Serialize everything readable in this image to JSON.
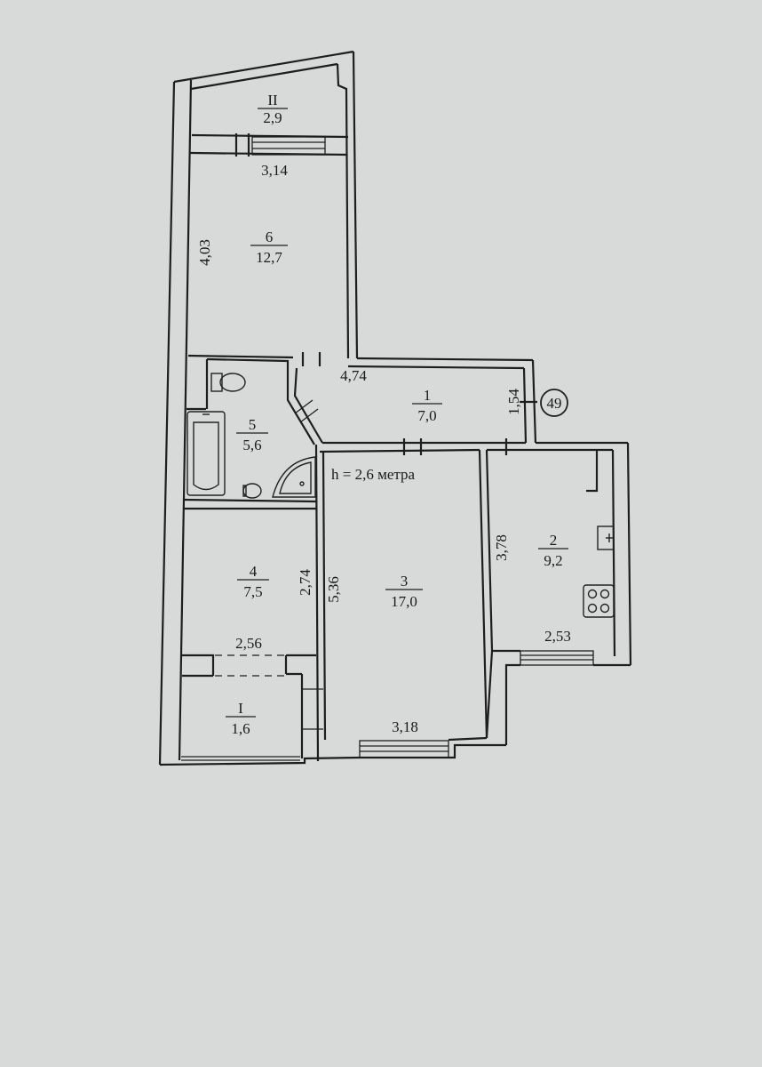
{
  "rooms": [
    {
      "id": "II",
      "num": "II",
      "area": "2,9"
    },
    {
      "id": "6",
      "num": "6",
      "area": "12,7"
    },
    {
      "id": "1",
      "num": "1",
      "area": "7,0"
    },
    {
      "id": "5",
      "num": "5",
      "area": "5,6"
    },
    {
      "id": "4",
      "num": "4",
      "area": "7,5"
    },
    {
      "id": "3",
      "num": "3",
      "area": "17,0"
    },
    {
      "id": "2",
      "num": "2",
      "area": "9,2"
    },
    {
      "id": "I",
      "num": "I",
      "area": "1,6"
    }
  ],
  "dimensions": {
    "room6_width": "3,14",
    "room6_length": "4,03",
    "hall_width": "4,74",
    "hall_depth": "1,54",
    "kitchen_length": "3,78",
    "kitchen_width": "2,53",
    "room4_depth": "2,74",
    "room4_width": "2,56",
    "room3_length": "5,36",
    "room3_width": "3,18"
  },
  "ceiling_height": "h = 2,6 метра",
  "apartment_number": "49"
}
